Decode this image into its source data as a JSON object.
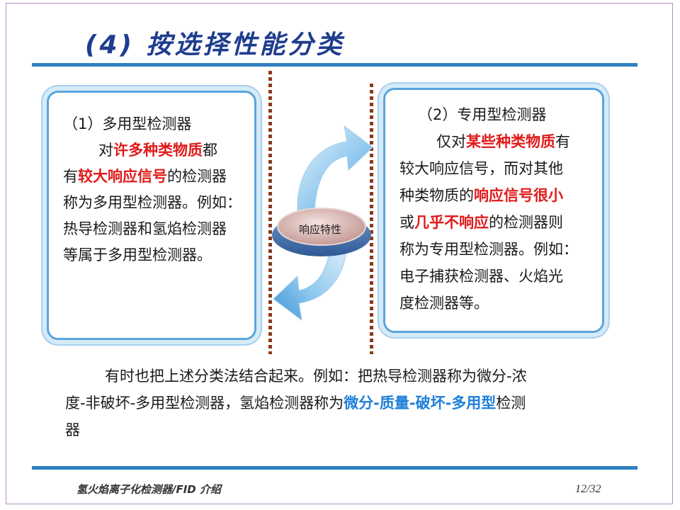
{
  "title": "(4) 按选择性能分类",
  "left_box": {
    "heading": "（1）多用型检测器",
    "l1_a": "对",
    "l1_b": "许多种类物质",
    "l1_c": "都",
    "l2_a": "有",
    "l2_b": "较大响应信号",
    "l2_c": "的检测器",
    "l3": "称为多用型检测器。例如：",
    "l4": "热导检测器和氢焰检测器",
    "l5": "等属于多用型检测器。"
  },
  "right_box": {
    "heading": "（2）专用型检测器",
    "l1_a": "仅对",
    "l1_b": "某些种类物质",
    "l1_c": "有",
    "l2": "较大响应信号，而对其他",
    "l3_a": "种类物质的",
    "l3_b": "响应信号很小",
    "l4_a": "或",
    "l4_b": "几乎不响应",
    "l4_c": "的检测器则",
    "l5": "称为专用型检测器。例如：",
    "l6": "电子捕获检测器、火焰光",
    "l7": "度检测器等。"
  },
  "center_label": "响应特性",
  "bottom": {
    "l1": "有时也把上述分类法结合起来。例如：把热导检测器称为微分-浓",
    "l2_a": "度-非破坏-多用型检测器，氢焰检测器称为",
    "l2_b": "微分-质量-破坏-多用型",
    "l2_c": "检测",
    "l3": "器"
  },
  "footer": {
    "left": "氢火焰离子化检测器/FID 介绍",
    "page": "12/32"
  },
  "colors": {
    "title": "#1f3d8f",
    "rule": "#2e7fc1",
    "highlight_red": "#e01a1a",
    "highlight_blue": "#1f7fd8",
    "box_border": "#5aa4db"
  }
}
